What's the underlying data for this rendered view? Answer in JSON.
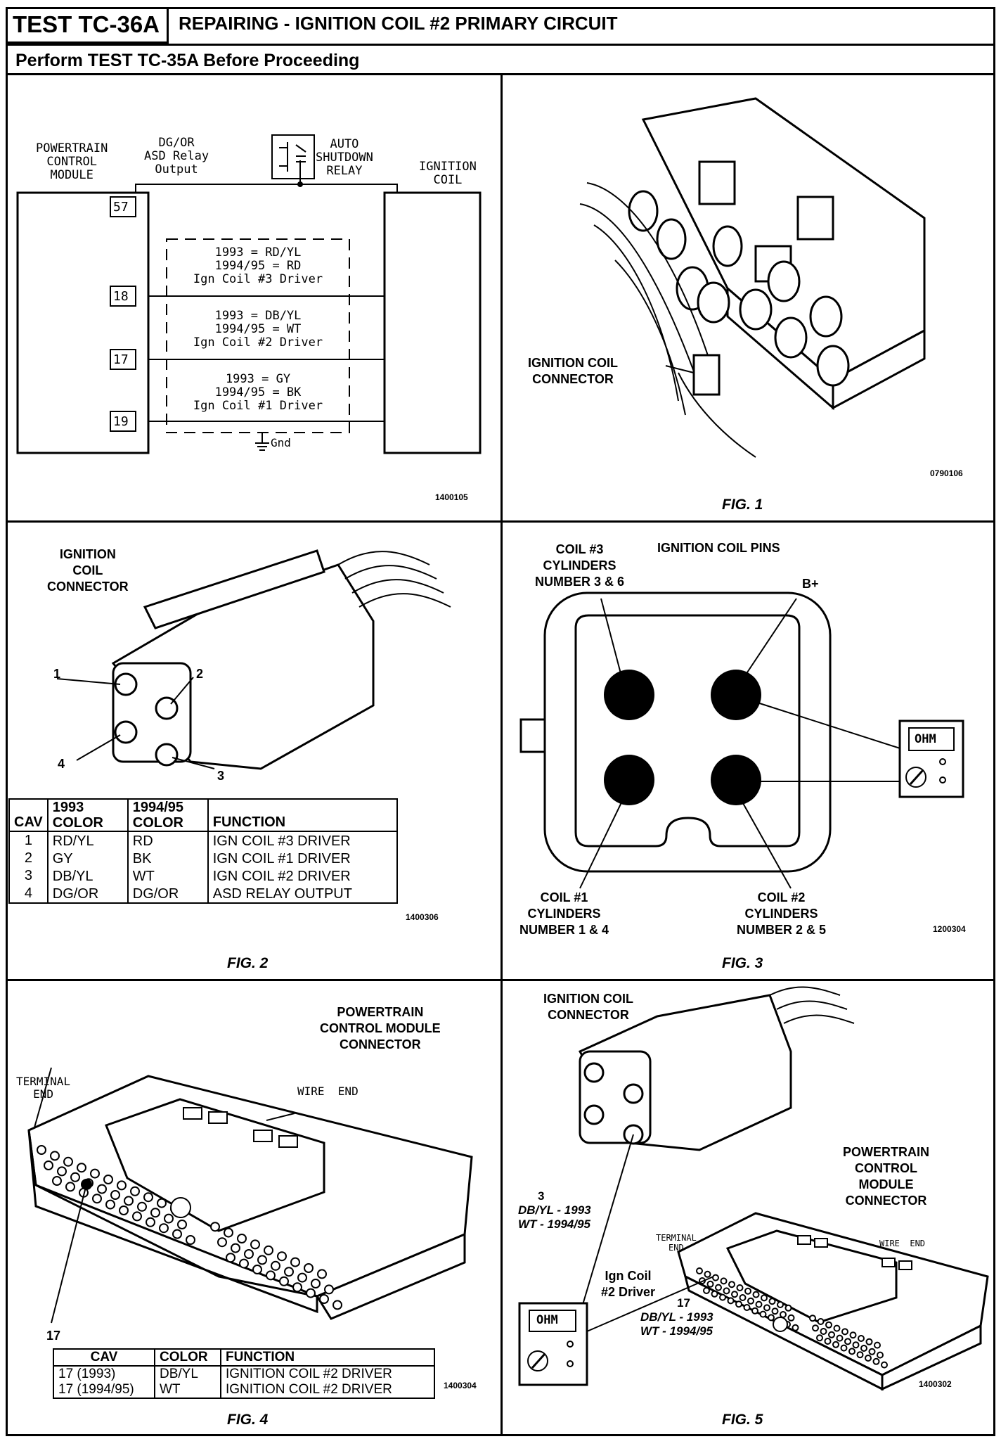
{
  "header": {
    "test_id": "TEST TC-36A",
    "title": "REPAIRING - IGNITION COIL #2 PRIMARY CIRCUIT",
    "subtitle": "Perform TEST TC-35A Before Proceeding"
  },
  "schematic": {
    "pcm_label": "POWERTRAIN\nCONTROL\nMODULE",
    "wire_label": "DG/OR\nASD Relay\nOutput",
    "relay_label": "AUTO\nSHUTDOWN\nRELAY",
    "coil_label": "IGNITION\nCOIL",
    "pins": [
      "57",
      "18",
      "17",
      "19"
    ],
    "circuit18": [
      "1993 = RD/YL",
      "1994/95 = RD",
      "Ign Coil #3 Driver"
    ],
    "circuit17": [
      "1993 = DB/YL",
      "1994/95 = WT",
      "Ign Coil #2 Driver"
    ],
    "circuit19": [
      "1993 = GY",
      "1994/95 = BK",
      "Ign Coil #1 Driver"
    ],
    "ground_label": "Gnd",
    "ref": "1400105"
  },
  "fig1": {
    "connector_label": "IGNITION COIL\nCONNECTOR",
    "ref": "0790106",
    "caption": "FIG. 1"
  },
  "fig2": {
    "title": "IGNITION\nCOIL\nCONNECTOR",
    "callouts": [
      "1",
      "2",
      "3",
      "4"
    ],
    "table": {
      "headers": [
        "CAV",
        "1993\nCOLOR",
        "1994/95\nCOLOR",
        "FUNCTION"
      ],
      "rows": [
        [
          "1",
          "RD/YL",
          "RD",
          "IGN COIL #3 DRIVER"
        ],
        [
          "2",
          "GY",
          "BK",
          "IGN COIL #1 DRIVER"
        ],
        [
          "3",
          "DB/YL",
          "WT",
          "IGN COIL #2 DRIVER"
        ],
        [
          "4",
          "DG/OR",
          "DG/OR",
          "ASD RELAY OUTPUT"
        ]
      ]
    },
    "ref": "1400306",
    "caption": "FIG. 2"
  },
  "fig3": {
    "title": "IGNITION COIL PINS",
    "coil3": "COIL #3\nCYLINDERS\nNUMBER 3 & 6",
    "bplus": "B+",
    "coil1": "COIL #1\nCYLINDERS\nNUMBER 1 & 4",
    "coil2": "COIL #2\nCYLINDERS\nNUMBER 2 & 5",
    "meter": "OHM",
    "ref": "1200304",
    "caption": "FIG. 3"
  },
  "fig4": {
    "title": "POWERTRAIN\nCONTROL MODULE\nCONNECTOR",
    "terminal_end": "TERMINAL\nEND",
    "wire_end": "WIRE  END",
    "pin_callout": "17",
    "table": {
      "headers": [
        "CAV",
        "COLOR",
        "FUNCTION"
      ],
      "rows": [
        [
          "17 (1993)",
          "DB/YL",
          "IGNITION COIL #2 DRIVER"
        ],
        [
          "17 (1994/95)",
          "WT",
          "IGNITION COIL #2 DRIVER"
        ]
      ]
    },
    "ref": "1400304",
    "caption": "FIG. 4"
  },
  "fig5": {
    "coil_connector": "IGNITION COIL\nCONNECTOR",
    "pcm_connector": "POWERTRAIN\nCONTROL\nMODULE\nCONNECTOR",
    "pin3": "3",
    "pin3_colors": "DB/YL - 1993\nWT - 1994/95",
    "lead_label": "Ign Coil\n#2 Driver",
    "pin17": "17",
    "pin17_colors": "DB/YL - 1993\nWT - 1994/95",
    "terminal_end": "TERMINAL\nEND",
    "wire_end": "WIRE  END",
    "meter": "OHM",
    "ref": "1400302",
    "caption": "FIG. 5"
  }
}
